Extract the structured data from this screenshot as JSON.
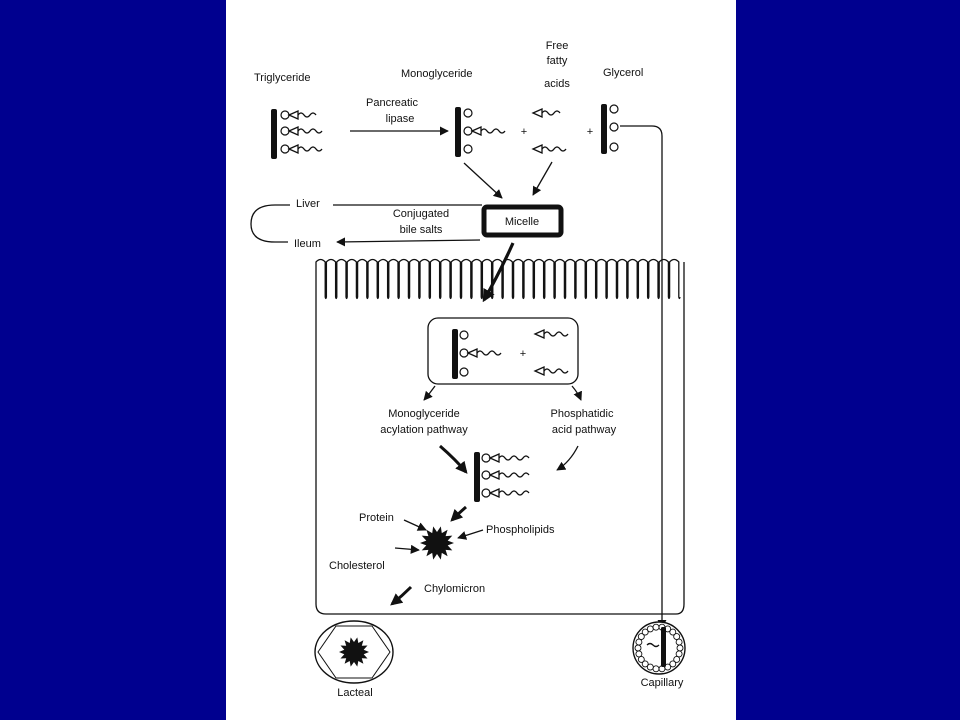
{
  "colors": {
    "background": "#00008f",
    "panel": "#ffffff",
    "ink": "#111111"
  },
  "labels": {
    "triglyceride": "Triglyceride",
    "monoglyceride": "Monoglyceride",
    "free_fatty_acids": [
      "Free",
      "fatty",
      "acids"
    ],
    "glycerol": "Glycerol",
    "pancreatic_lipase": [
      "Pancreatic",
      "lipase"
    ],
    "liver": "Liver",
    "ileum": "Ileum",
    "conjugated_bile_salts": [
      "Conjugated",
      "bile salts"
    ],
    "micelle": "Micelle",
    "plus": "+",
    "monoglyceride_acylation": [
      "Monoglyceride",
      "acylation pathway"
    ],
    "phosphatidic_acid": [
      "Phosphatidic",
      "acid pathway"
    ],
    "protein": "Protein",
    "phospholipids": "Phospholipids",
    "cholesterol": "Cholesterol",
    "chylomicron": "Chylomicron",
    "lacteal": "Lacteal",
    "capillary": "Capillary"
  }
}
